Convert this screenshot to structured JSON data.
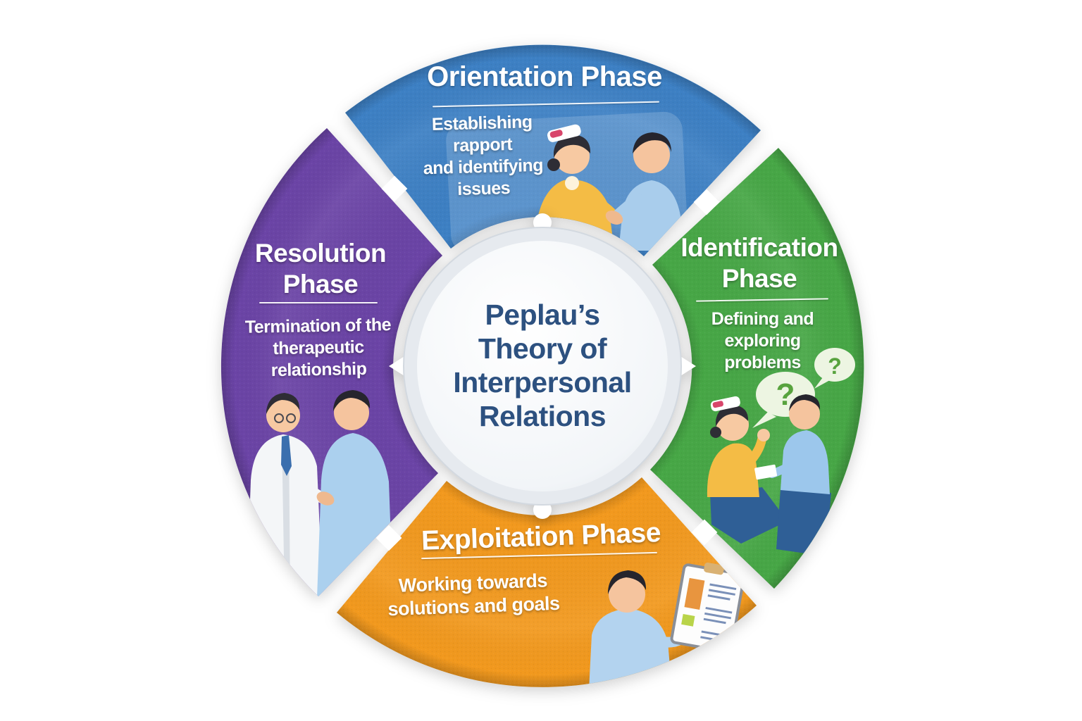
{
  "diagram": {
    "title": "Peplau’s Theory of Interpersonal Relations",
    "center": {
      "text": "Peplau’s Theory of Interpersonal Relations",
      "lines": [
        "Peplau’s",
        "Theory of",
        "Interpersonal",
        "Relations"
      ],
      "text_color": "#2d5180"
    },
    "phases": [
      {
        "name": "Orientation Phase",
        "description": "Establishing rapport and identifying issues",
        "title_lines": [
          "Orientation Phase"
        ],
        "desc_lines": [
          "Establishing",
          "rapport",
          "and identifying",
          "issues"
        ],
        "color": "#3d80c4",
        "position": "top",
        "illustration": "nurse and patient shaking hands"
      },
      {
        "name": "Identification Phase",
        "description": "Defining and exploring problems",
        "title_lines": [
          "Identification",
          "Phase"
        ],
        "desc_lines": [
          "Defining and",
          "exploring",
          "problems"
        ],
        "color": "#47a746",
        "position": "right",
        "illustration": "nurse talking with patient, question-mark speech bubbles"
      },
      {
        "name": "Exploitation Phase",
        "description": "Working towards solutions and goals",
        "title_lines": [
          "Exploitation Phase"
        ],
        "desc_lines": [
          "Working towards",
          "solutions and goals"
        ],
        "color": "#f2991e",
        "position": "bottom",
        "illustration": "man reviewing a clipboard checklist"
      },
      {
        "name": "Resolution Phase",
        "description": "Termination of the therapeutic relationship",
        "title_lines": [
          "Resolution",
          "Phase"
        ],
        "desc_lines": [
          "Termination of the",
          "therapeutic",
          "relationship"
        ],
        "color": "#6b44a6",
        "position": "left",
        "illustration": "doctor shaking hands with patient"
      }
    ],
    "icons": {
      "question_mark": "?"
    }
  }
}
